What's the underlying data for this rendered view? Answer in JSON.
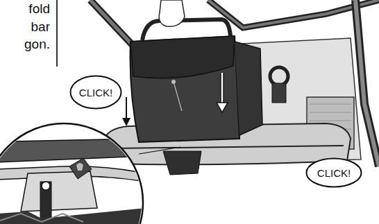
{
  "diagram": {
    "nodes": [
      {
        "text": [
          "CLICK!"
        ]
      },
      {
        "text": [
          "CLICK!"
        ]
      }
    ],
    "labels": [
      "fold",
      "bar",
      "gon."
    ]
  }
}
